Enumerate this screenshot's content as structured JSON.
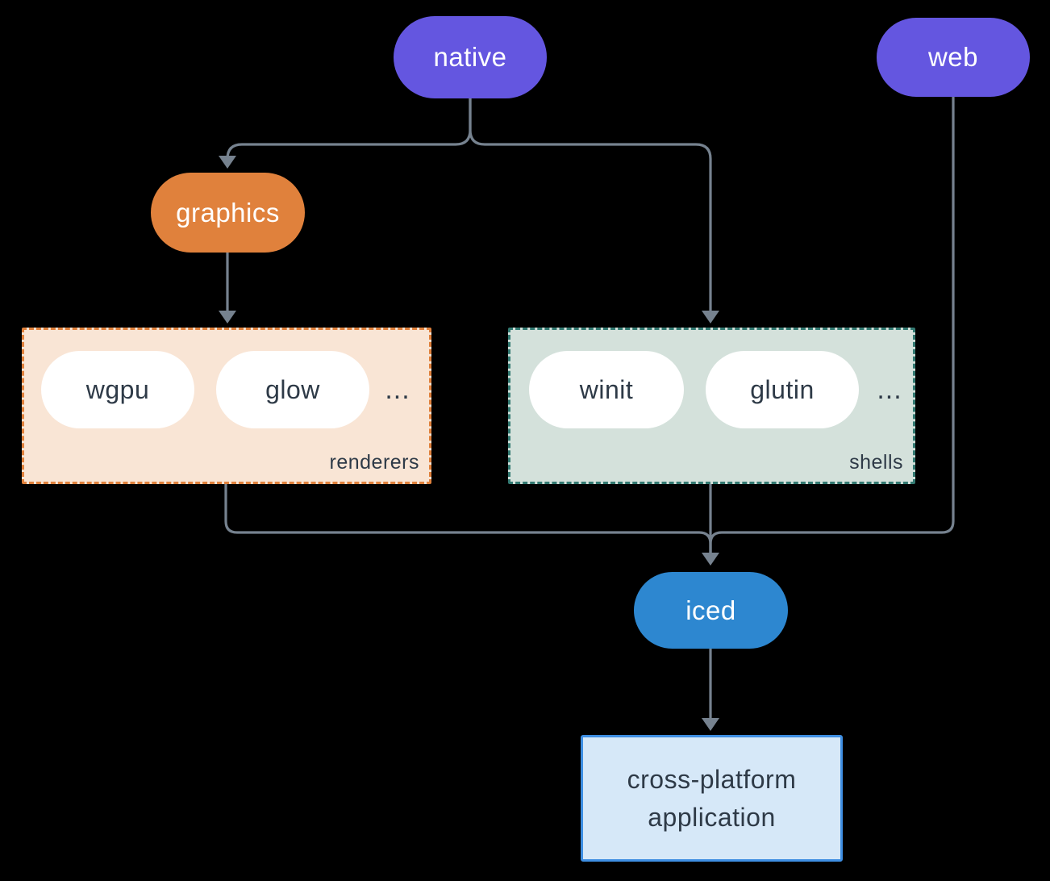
{
  "colors": {
    "background": "#000000",
    "arrow": "#76828f",
    "purple": "#6456e0",
    "orange": "#e0813c",
    "blue": "#2d87d0",
    "dark_text": "#2e3a47",
    "renderers_fill": "#f9e5d5",
    "renderers_border": "#e0813c",
    "shells_fill": "#d4e1db",
    "shells_border": "#337a72",
    "app_fill": "#d6e8f8",
    "app_border": "#3e8ee2"
  },
  "nodes": {
    "native": {
      "label": "native"
    },
    "web": {
      "label": "web"
    },
    "graphics": {
      "label": "graphics"
    },
    "iced": {
      "label": "iced"
    },
    "application": {
      "line1": "cross-platform",
      "line2": "application"
    }
  },
  "groups": {
    "renderers": {
      "label": "renderers",
      "items": [
        "wgpu",
        "glow"
      ],
      "ellipsis": "..."
    },
    "shells": {
      "label": "shells",
      "items": [
        "winit",
        "glutin"
      ],
      "ellipsis": "..."
    }
  }
}
